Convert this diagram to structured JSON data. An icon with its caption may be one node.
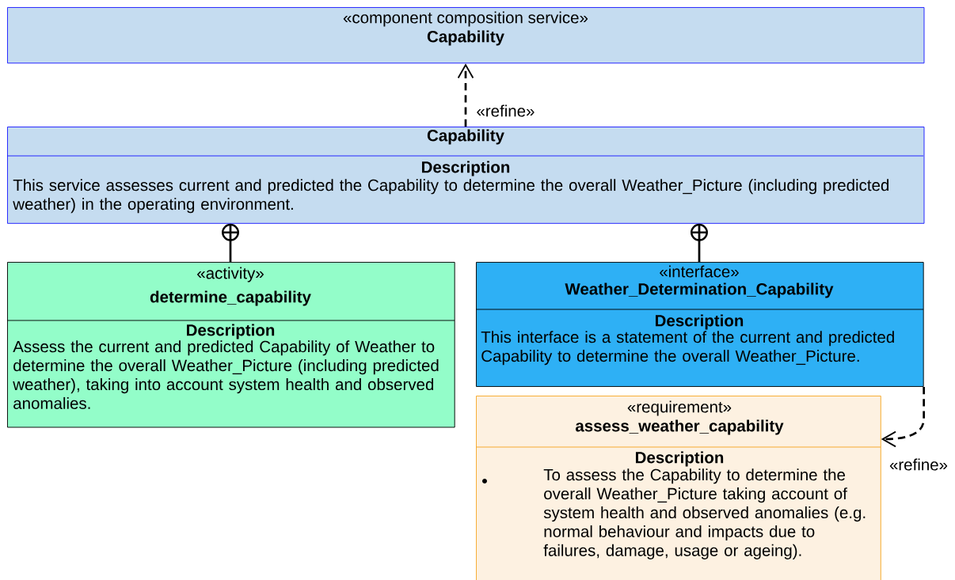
{
  "diagram": {
    "nodes": [
      {
        "text": [
          "«component composition service»",
          "Capability"
        ]
      },
      {
        "text": [
          "Capability",
          "Description",
          "This service assesses current and predicted the Capability to determine the overall Weather_Picture (including predicted weather) in the operating environment."
        ]
      },
      {
        "text": [
          "«activity»",
          "determine_capability",
          "Description",
          "Assess the current and predicted Capability of Weather to determine the overall Weather_Picture (including predicted weather), taking into account system health and observed anomalies."
        ]
      },
      {
        "text": [
          "«interface»",
          "Weather_Determination_Capability",
          "Description",
          "This interface is a statement of the current and predicted Capability to determine the overall Weather_Picture."
        ]
      },
      {
        "text": [
          "«requirement»",
          "assess_weather_capability",
          "Description",
          "To assess the Capability to determine the overall Weather_Picture taking account of system health and observed anomalies (e.g. normal behaviour and impacts due to failures, damage, usage or ageing)."
        ]
      }
    ],
    "edges": [
      {
        "from": 1,
        "to": 0,
        "arrow": "to",
        "style": "dashed",
        "label": "«refine»"
      },
      {
        "from": 2,
        "to": 1,
        "arrow": "other"
      },
      {
        "from": 3,
        "to": 1,
        "arrow": "other"
      },
      {
        "from": 3,
        "to": 4,
        "arrow": "to",
        "style": "dashed",
        "label": "«refine»"
      }
    ]
  }
}
